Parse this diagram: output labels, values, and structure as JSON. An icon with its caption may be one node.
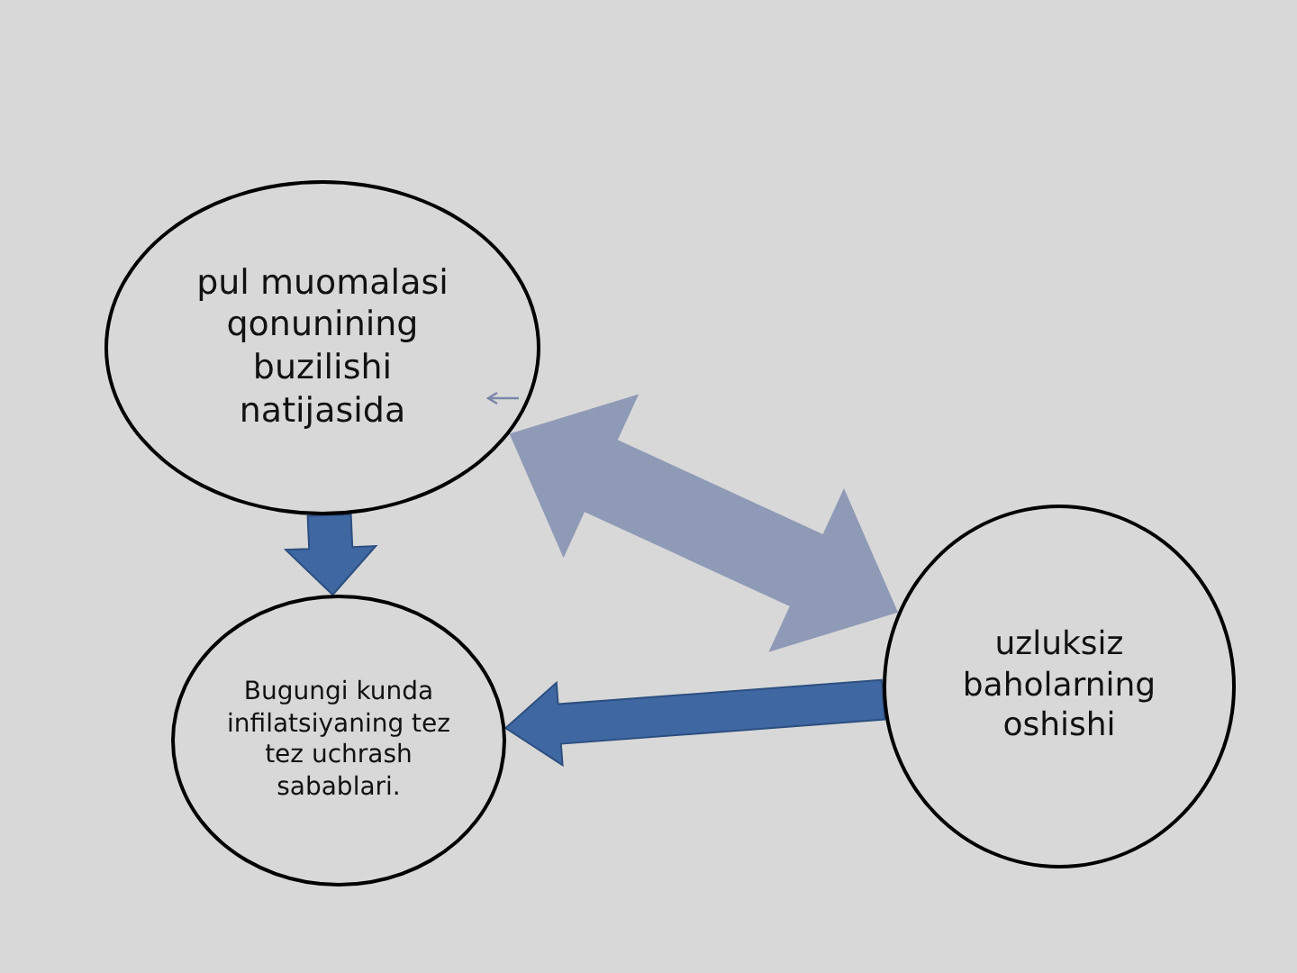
{
  "diagram": {
    "nodes": [
      {
        "text": [
          "pul muomalasi qonunining buzilishi natijasida"
        ]
      },
      {
        "text": [
          "Bugungi kunda infilatsiyaning tez tez uchrash sabablari."
        ]
      },
      {
        "text": [
          "uzluksiz baholarning oshishi"
        ]
      }
    ],
    "edges": [
      {
        "from": 0,
        "to": 1,
        "arrow": "to",
        "style": "thick"
      },
      {
        "from": 2,
        "to": 1,
        "arrow": "to",
        "style": "thick"
      },
      {
        "from": 0,
        "to": 2,
        "arrow": "both",
        "style": "thick",
        "color": "#8e9ab6"
      }
    ]
  }
}
